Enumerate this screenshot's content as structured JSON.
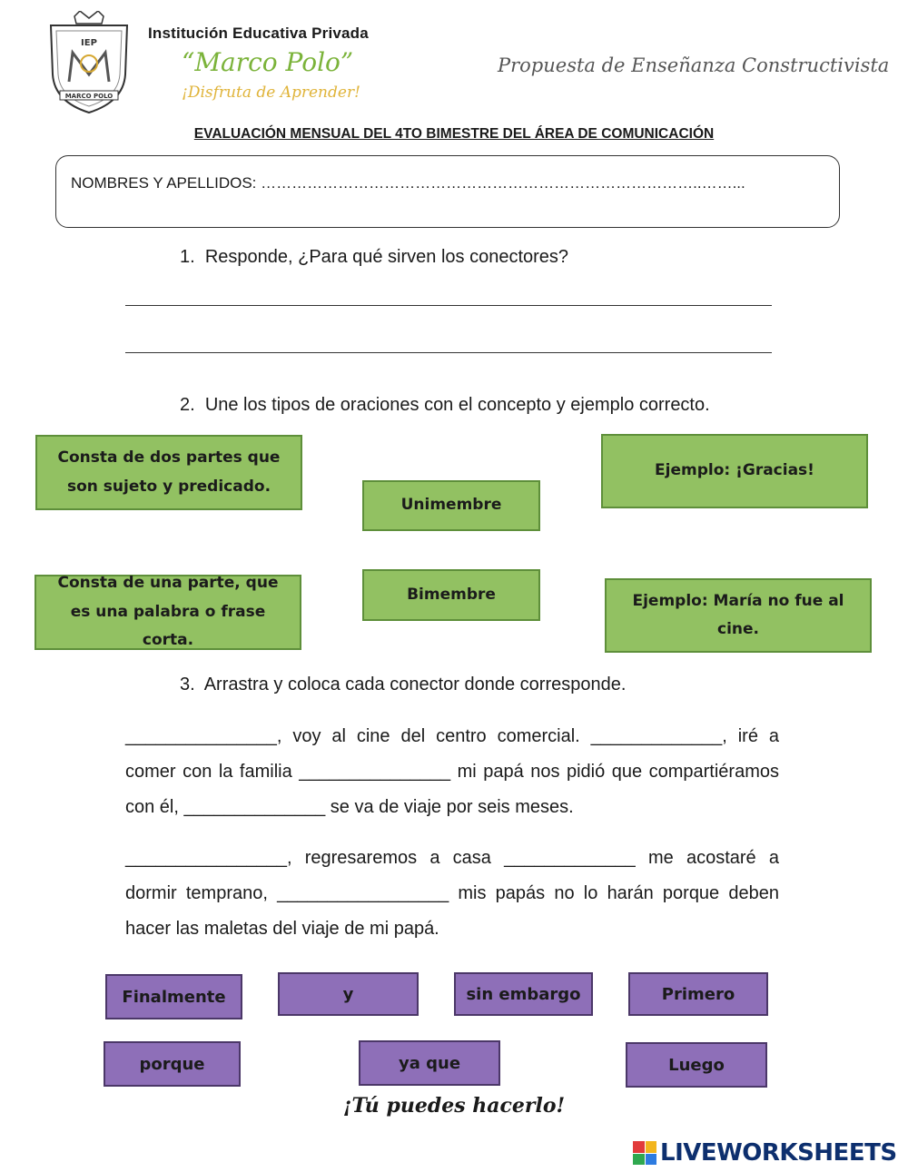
{
  "header": {
    "school_name": "Institución Educativa Privada",
    "school_motto_name": "“Marco Polo”",
    "school_tagline": "¡Disfruta de Aprender!",
    "proposal": "Propuesta de Enseñanza Constructivista",
    "logo": {
      "top_text": "IEP",
      "bottom_text": "MARCO POLO",
      "icon": "school-crest-icon"
    }
  },
  "exam_title": "EVALUACIÓN MENSUAL DEL 4TO BIMESTRE DEL ÁREA DE COMUNICACIÓN",
  "name_field": {
    "label": "NOMBRES Y APELLIDOS: …………………………………………………………………………..……..."
  },
  "questions": [
    {
      "number": "1.",
      "text": "Responde, ¿Para qué sirven los conectores?"
    },
    {
      "number": "2.",
      "text": "Une los tipos de oraciones con el concepto y ejemplo correcto."
    },
    {
      "number": "3.",
      "text": "Arrastra y coloca cada conector donde corresponde."
    }
  ],
  "matching": {
    "concepts": [
      "Consta de dos partes que son sujeto y predicado.",
      "Consta de una parte, que es una palabra o frase corta."
    ],
    "types": [
      "Unimembre",
      "Bimembre"
    ],
    "examples": [
      "Ejemplo: ¡Gracias!",
      "Ejemplo: María no fue al cine."
    ]
  },
  "paragraphs": [
    "_______________, voy al cine del centro comercial. _____________, iré a comer con la familia _______________ mi papá nos pidió que compartiéramos con él, ______________ se va de viaje por seis meses.",
    "________________, regresaremos a casa _____________ me acostaré a dormir temprano, _________________ mis papás no lo harán porque deben hacer las maletas del viaje de mi papá."
  ],
  "connectors": [
    "Finalmente",
    "y",
    "sin embargo",
    "Primero",
    "porque",
    "ya que",
    "Luego"
  ],
  "encouragement": "¡Tú puedes hacerlo!",
  "brand": {
    "name": "LIVEWORKSHEETS",
    "colors": [
      "#e23b3b",
      "#f2b51d",
      "#2fa84f",
      "#2d7be0"
    ]
  },
  "colors": {
    "green_box": "#92c162",
    "purple_chip": "#8e6fb8",
    "motto_green": "#7bb33a",
    "tagline_gold": "#e0b43a"
  }
}
